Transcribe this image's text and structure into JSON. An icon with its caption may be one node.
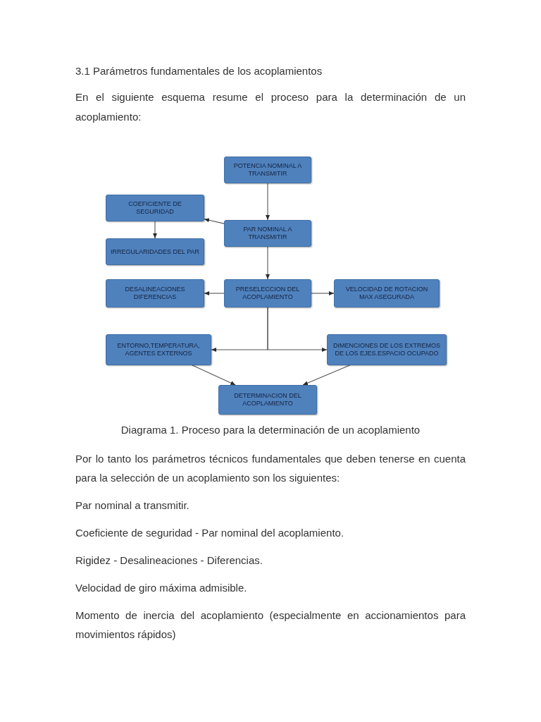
{
  "diagram": {
    "title": "3.1 Parámetros fundamentales de los acoplamientos",
    "caption": "Diagrama 1. Proceso para la determinación de un acoplamiento",
    "nodes": [
      {
        "text": [
          "POTENCIA NOMINAL A TRANSMITIR"
        ]
      },
      {
        "text": [
          "PAR NOMINAL A TRANSMITIR"
        ]
      },
      {
        "text": [
          "COEFICIENTE DE SEGURIDAD"
        ]
      },
      {
        "text": [
          "IRREGULARIDADES DEL PAR"
        ]
      },
      {
        "text": [
          "PRESELECCION DEL ACOPLAMIENTO"
        ]
      },
      {
        "text": [
          "DESALINEACIONES DIFERENCIAS"
        ]
      },
      {
        "text": [
          "VELOCIDAD DE ROTACION MAX ASEGURADA"
        ]
      },
      {
        "text": [
          "ENTORNO,TEMPERATURA, AGENTES EXTERNOS"
        ]
      },
      {
        "text": [
          "DIMENCIONES DE LOS EXTREMOS DE LOS EJES.ESPACIO OCUPADO"
        ]
      },
      {
        "text": [
          "DETERMINACION DEL ACOPLAMIENTO"
        ]
      }
    ],
    "edges": [
      {
        "from": 0,
        "to": 1,
        "arrow": "to"
      },
      {
        "from": 1,
        "to": 2,
        "arrow": "to"
      },
      {
        "from": 2,
        "to": 3,
        "arrow": "to"
      },
      {
        "from": 1,
        "to": 4,
        "arrow": "to"
      },
      {
        "from": 4,
        "to": 5,
        "arrow": "to"
      },
      {
        "from": 4,
        "to": 6,
        "arrow": "to"
      },
      {
        "from": 4,
        "to": 7,
        "arrow": "to"
      },
      {
        "from": 4,
        "to": 8,
        "arrow": "to"
      },
      {
        "from": 7,
        "to": 9,
        "arrow": "to"
      },
      {
        "from": 8,
        "to": 9,
        "arrow": "to"
      }
    ],
    "labels": [
      "En el siguiente esquema resume el proceso para la determinación de un acoplamiento:",
      "Por lo tanto los parámetros técnicos fundamentales que deben tenerse en cuenta para la selección de un acoplamiento son los siguientes:",
      "Par nominal a transmitir.",
      "Coeficiente de seguridad - Par nominal del acoplamiento.",
      "Rigidez - Desalineaciones - Diferencias.",
      "Velocidad de giro máxima admisible.",
      "Momento de inercia del acoplamiento (especialmente en accionamientos para movimientos rápidos)"
    ]
  }
}
